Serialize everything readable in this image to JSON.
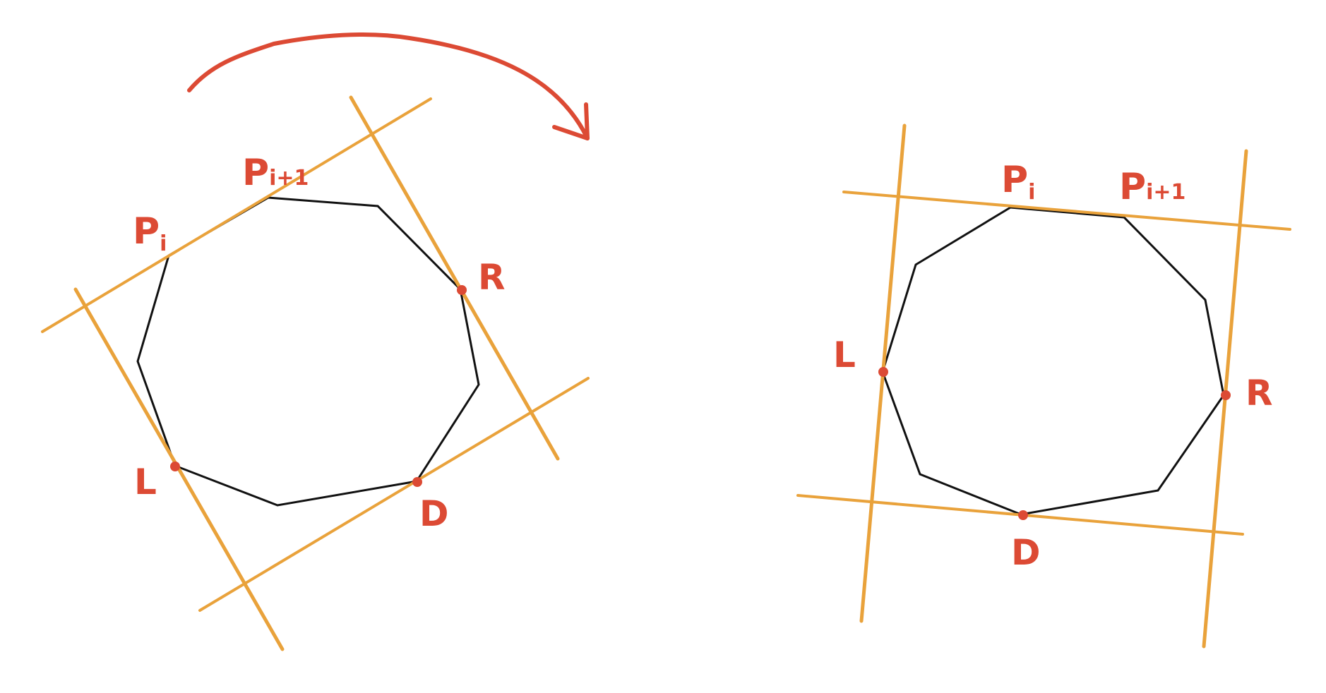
{
  "colors": {
    "background": "#ffffff",
    "polygon": "#111111",
    "support_line": "#e9a23b",
    "label": "#dc4a34",
    "arrow": "#dc4a34"
  },
  "left_panel": {
    "labels": {
      "p_i": "P",
      "p_i_sub": "i",
      "p_i1": "P",
      "p_i1_sub": "i+1",
      "r": "R",
      "l": "L",
      "d": "D"
    }
  },
  "right_panel": {
    "labels": {
      "p_i": "P",
      "p_i_sub": "i",
      "p_i1": "P",
      "p_i1_sub": "i+1",
      "r": "R",
      "l": "L",
      "d": "D"
    }
  }
}
